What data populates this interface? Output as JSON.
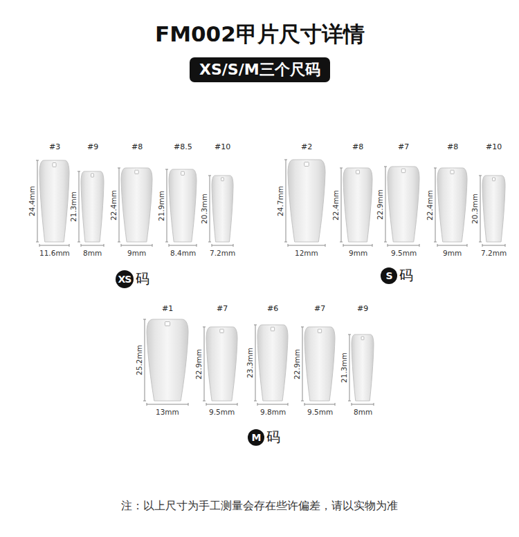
{
  "diagram": {
    "title": "FM002甲片尺寸详情",
    "caption": "注：以上尺寸为手工测量会存在些许偏差，请以实物为准",
    "nodes": [
      {
        "text": [
          "XS/S/M三个尺码"
        ]
      },
      {
        "text": [
          "XS",
          "码"
        ]
      },
      {
        "text": [
          "S",
          "码"
        ]
      },
      {
        "text": [
          "M",
          "码"
        ]
      }
    ],
    "labels": [
      "#3",
      "24.4mm",
      "11.6mm",
      "#9",
      "21.3mm",
      "8mm",
      "#8",
      "22.4mm",
      "9mm",
      "#8.5",
      "21.9mm",
      "8.4mm",
      "#10",
      "20.3mm",
      "7.2mm",
      "#2",
      "24.7mm",
      "12mm",
      "#8",
      "22.4mm",
      "9mm",
      "#7",
      "22.9mm",
      "9.5mm",
      "#8",
      "22.4mm",
      "9mm",
      "#10",
      "20.3mm",
      "7.2mm",
      "#1",
      "25.2mm",
      "13mm",
      "#7",
      "22.9mm",
      "9.5mm",
      "#6",
      "23.3mm",
      "9.8mm",
      "#7",
      "22.9mm",
      "9.5mm",
      "#9",
      "21.3mm",
      "8mm"
    ]
  }
}
